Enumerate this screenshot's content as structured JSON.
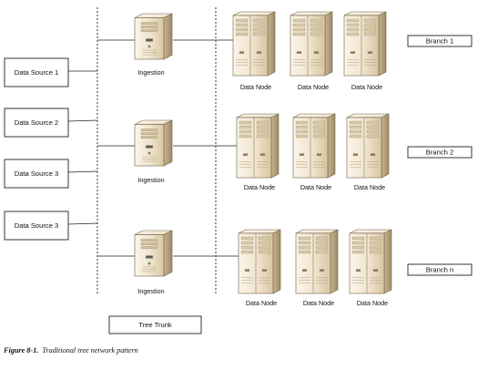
{
  "data_sources": [
    "Data Source 1",
    "Data Source 2",
    "Data Source 3",
    "Data Source 3"
  ],
  "ingestion_label": "Ingestion",
  "data_node_label": "Data Node",
  "branches": [
    "Branch 1",
    "Branch 2",
    "Branch n"
  ],
  "trunk_label": "Tree Trunk",
  "caption": {
    "number": "Figure 8-1.",
    "text": "Traditional tree network pattern"
  }
}
